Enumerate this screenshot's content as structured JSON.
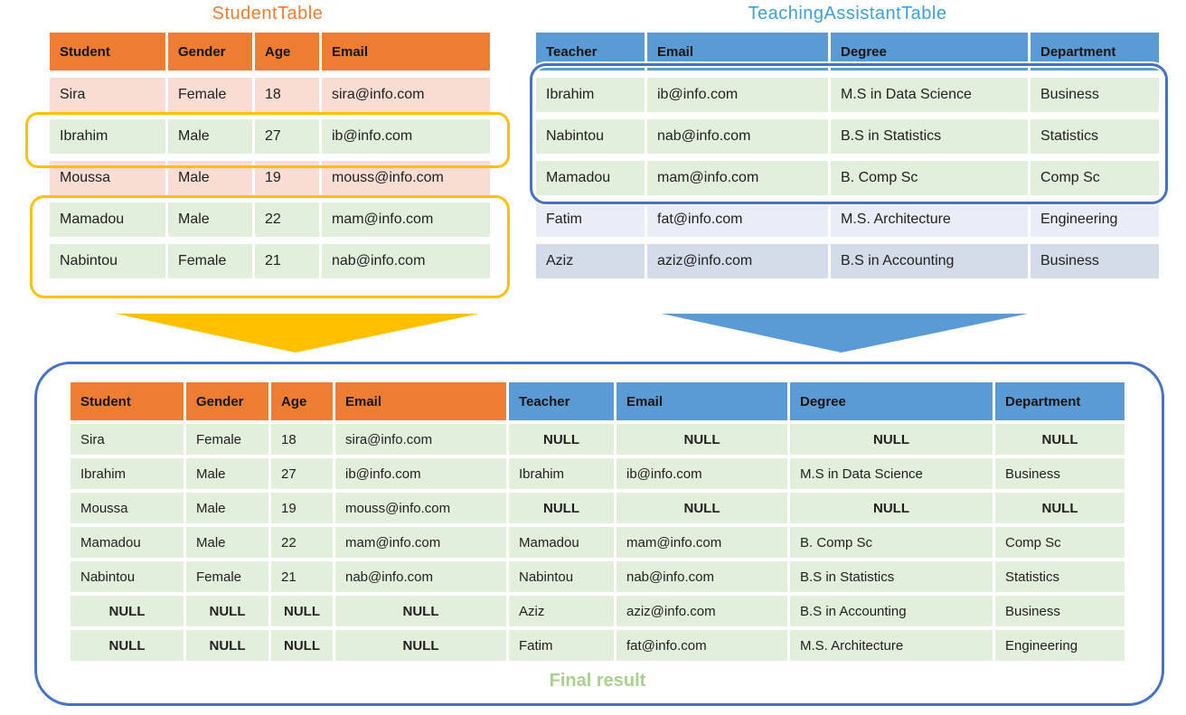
{
  "student_table": {
    "title": "StudentTable",
    "header_tone": "tone-orange",
    "headers": [
      "Student",
      "Gender",
      "Age",
      "Email"
    ],
    "rows": [
      {
        "tone": "tone-pink",
        "cells": [
          "Sira",
          "Female",
          "18",
          "sira@info.com"
        ]
      },
      {
        "tone": "tone-green",
        "cells": [
          "Ibrahim",
          "Male",
          "27",
          "ib@info.com"
        ]
      },
      {
        "tone": "tone-pink",
        "cells": [
          "Moussa",
          "Male",
          "19",
          "mouss@info.com"
        ]
      },
      {
        "tone": "tone-green",
        "cells": [
          "Mamadou",
          "Male",
          "22",
          "mam@info.com"
        ]
      },
      {
        "tone": "tone-green",
        "cells": [
          "Nabintou",
          "Female",
          "21",
          "nab@info.com"
        ]
      }
    ]
  },
  "ta_table": {
    "title": "TeachingAssistantTable",
    "header_tone": "tone-blue",
    "headers": [
      "Teacher",
      "Email",
      "Degree",
      "Department"
    ],
    "rows": [
      {
        "tone": "tone-green",
        "cells": [
          "Ibrahim",
          "ib@info.com",
          "M.S in Data Science",
          "Business"
        ]
      },
      {
        "tone": "tone-green",
        "cells": [
          "Nabintou",
          "nab@info.com",
          "B.S in Statistics",
          "Statistics"
        ]
      },
      {
        "tone": "tone-green",
        "cells": [
          "Mamadou",
          "mam@info.com",
          "B. Comp Sc",
          "Comp Sc"
        ]
      },
      {
        "tone": "tone-lav1",
        "cells": [
          "Fatim",
          "fat@info.com",
          "M.S. Architecture",
          "Engineering"
        ]
      },
      {
        "tone": "tone-lav2",
        "cells": [
          "Aziz",
          "aziz@info.com",
          "B.S in Accounting",
          "Business"
        ]
      }
    ]
  },
  "result_table": {
    "caption": "Final result",
    "headers": [
      {
        "label": "Student",
        "tone": "tone-orange"
      },
      {
        "label": "Gender",
        "tone": "tone-orange"
      },
      {
        "label": "Age",
        "tone": "tone-orange"
      },
      {
        "label": "Email",
        "tone": "tone-orange"
      },
      {
        "label": "Teacher",
        "tone": "tone-blue"
      },
      {
        "label": "Email",
        "tone": "tone-blue"
      },
      {
        "label": "Degree",
        "tone": "tone-blue"
      },
      {
        "label": "Department",
        "tone": "tone-blue"
      }
    ],
    "row_tone": "tone-green",
    "rows": [
      {
        "cells": [
          "Sira",
          "Female",
          "18",
          "sira@info.com",
          "NULL",
          "NULL",
          "NULL",
          "NULL"
        ]
      },
      {
        "cells": [
          "Ibrahim",
          "Male",
          "27",
          "ib@info.com",
          "Ibrahim",
          "ib@info.com",
          "M.S in Data Science",
          "Business"
        ]
      },
      {
        "cells": [
          "Moussa",
          "Male",
          "19",
          "mouss@info.com",
          "NULL",
          "NULL",
          "NULL",
          "NULL"
        ]
      },
      {
        "cells": [
          "Mamadou",
          "Male",
          "22",
          "mam@info.com",
          "Mamadou",
          "mam@info.com",
          "B. Comp Sc",
          "Comp Sc"
        ]
      },
      {
        "cells": [
          "Nabintou",
          "Female",
          "21",
          "nab@info.com",
          "Nabintou",
          "nab@info.com",
          "B.S in Statistics",
          "Statistics"
        ]
      },
      {
        "cells": [
          "NULL",
          "NULL",
          "NULL",
          "NULL",
          "Aziz",
          "aziz@info.com",
          "B.S in Accounting",
          "Business"
        ]
      },
      {
        "cells": [
          "NULL",
          "NULL",
          "NULL",
          "NULL",
          "Fatim",
          "fat@info.com",
          "M.S. Architecture",
          "Engineering"
        ]
      }
    ],
    "null_text": "NULL"
  },
  "colors": {
    "orange_header": "#ED7D31",
    "blue_header": "#5B9BD5",
    "pink_row": "#F9DCD2",
    "green_row": "#E2EFDA",
    "lavender_row_light": "#E9EDF6",
    "lavender_row_dark": "#D4DCEA",
    "yellow_outline": "#FFC000",
    "blue_outline": "#4472C4",
    "title_orange": "#ED7D31",
    "title_blue": "#3D9FD6",
    "caption_green": "#A9D18E"
  }
}
